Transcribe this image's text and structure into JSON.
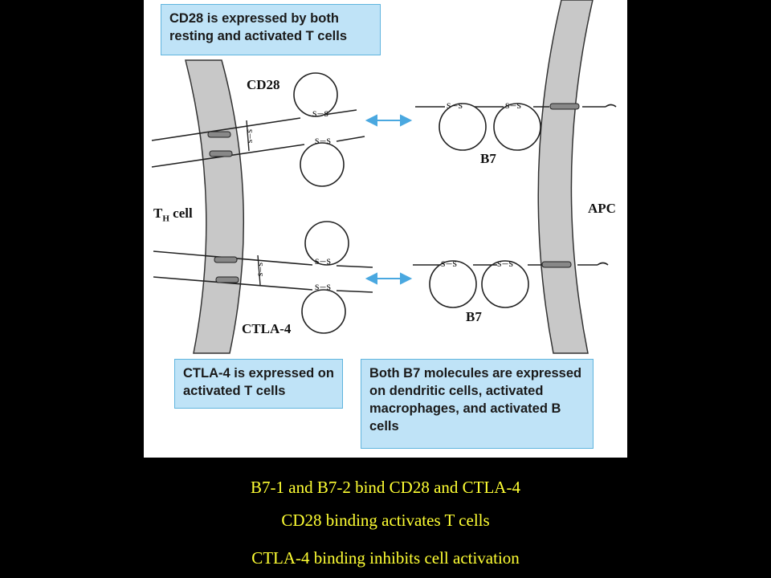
{
  "notes": {
    "cd28": "CD28 is expressed by both resting and activated T cells",
    "ctla4": "CTLA-4 is expressed on activated T cells",
    "b7": "Both B7 molecules are expressed on dendritic cells, activated macrophages, and activated B cells"
  },
  "labels": {
    "cd28": "CD28",
    "ctla4": "CTLA-4",
    "th_cell_main": "T",
    "th_cell_sub": "H",
    "th_cell_rest": " cell",
    "apc": "APC",
    "b7_top": "B7",
    "b7_bottom": "B7",
    "disulfide": "s–s",
    "disulfide_v": "s–s"
  },
  "captions": [
    "B7-1 and B7-2 bind CD28 and CTLA-4",
    "CD28 binding activates T cells",
    "CTLA-4 binding inhibits cell activation"
  ],
  "colors": {
    "background": "#000000",
    "caption": "#ffff33",
    "note_fill": "#bfe3f7",
    "membrane": "#c8c8c8",
    "arrow": "#4aa8e0"
  }
}
